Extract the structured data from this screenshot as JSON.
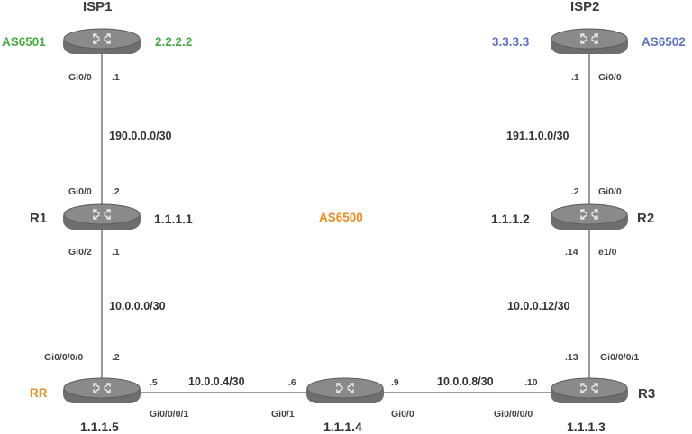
{
  "colors": {
    "link": "#9a9a9a",
    "router_body": "#6e6e6e",
    "router_top": "#8a8a8a",
    "as_green": "#3fae3f",
    "as_blue": "#5a72c8",
    "as_orange": "#f08c1a"
  },
  "center_as": "AS6500",
  "routers": {
    "isp1": {
      "name": "ISP1",
      "as": "AS6501",
      "id": "2.2.2.2",
      "iface": "Gi0/0",
      "ip_host": ".1"
    },
    "isp2": {
      "name": "ISP2",
      "as": "AS6502",
      "id": "3.3.3.3",
      "iface": "Gi0/0",
      "ip_host": ".1"
    },
    "r1": {
      "name": "R1",
      "id": "1.1.1.1",
      "iface_top": "Gi0/0",
      "host_top": ".2",
      "iface_bottom": "Gi0/2",
      "host_bottom": ".1"
    },
    "r2": {
      "name": "R2",
      "id": "1.1.1.2",
      "iface_top": "Gi0/0",
      "host_top": ".2",
      "iface_bottom": "e1/0",
      "host_bottom": ".14"
    },
    "rr": {
      "name": "RR",
      "id": "1.1.1.5",
      "iface_top": "Gi0/0/0/0",
      "host_top": ".2",
      "iface_right": "Gi0/0/0/1",
      "host_right": ".5"
    },
    "r4": {
      "id": "1.1.1.4",
      "iface_left": "Gi0/1",
      "host_left": ".6",
      "iface_right": "Gi0/0",
      "host_right": ".9"
    },
    "r3": {
      "name": "R3",
      "id": "1.1.1.3",
      "iface_top": "Gi0/0/0/1",
      "host_top": ".13",
      "iface_left": "Gi0/0/0/0",
      "host_left": ".10"
    }
  },
  "links": {
    "isp1_r1": "190.0.0.0/30",
    "isp2_r2": "191.1.0.0/30",
    "r1_rr": "10.0.0.0/30",
    "r2_r3": "10.0.0.12/30",
    "rr_r4": "10.0.0.4/30",
    "r4_r3": "10.0.0.8/30"
  }
}
